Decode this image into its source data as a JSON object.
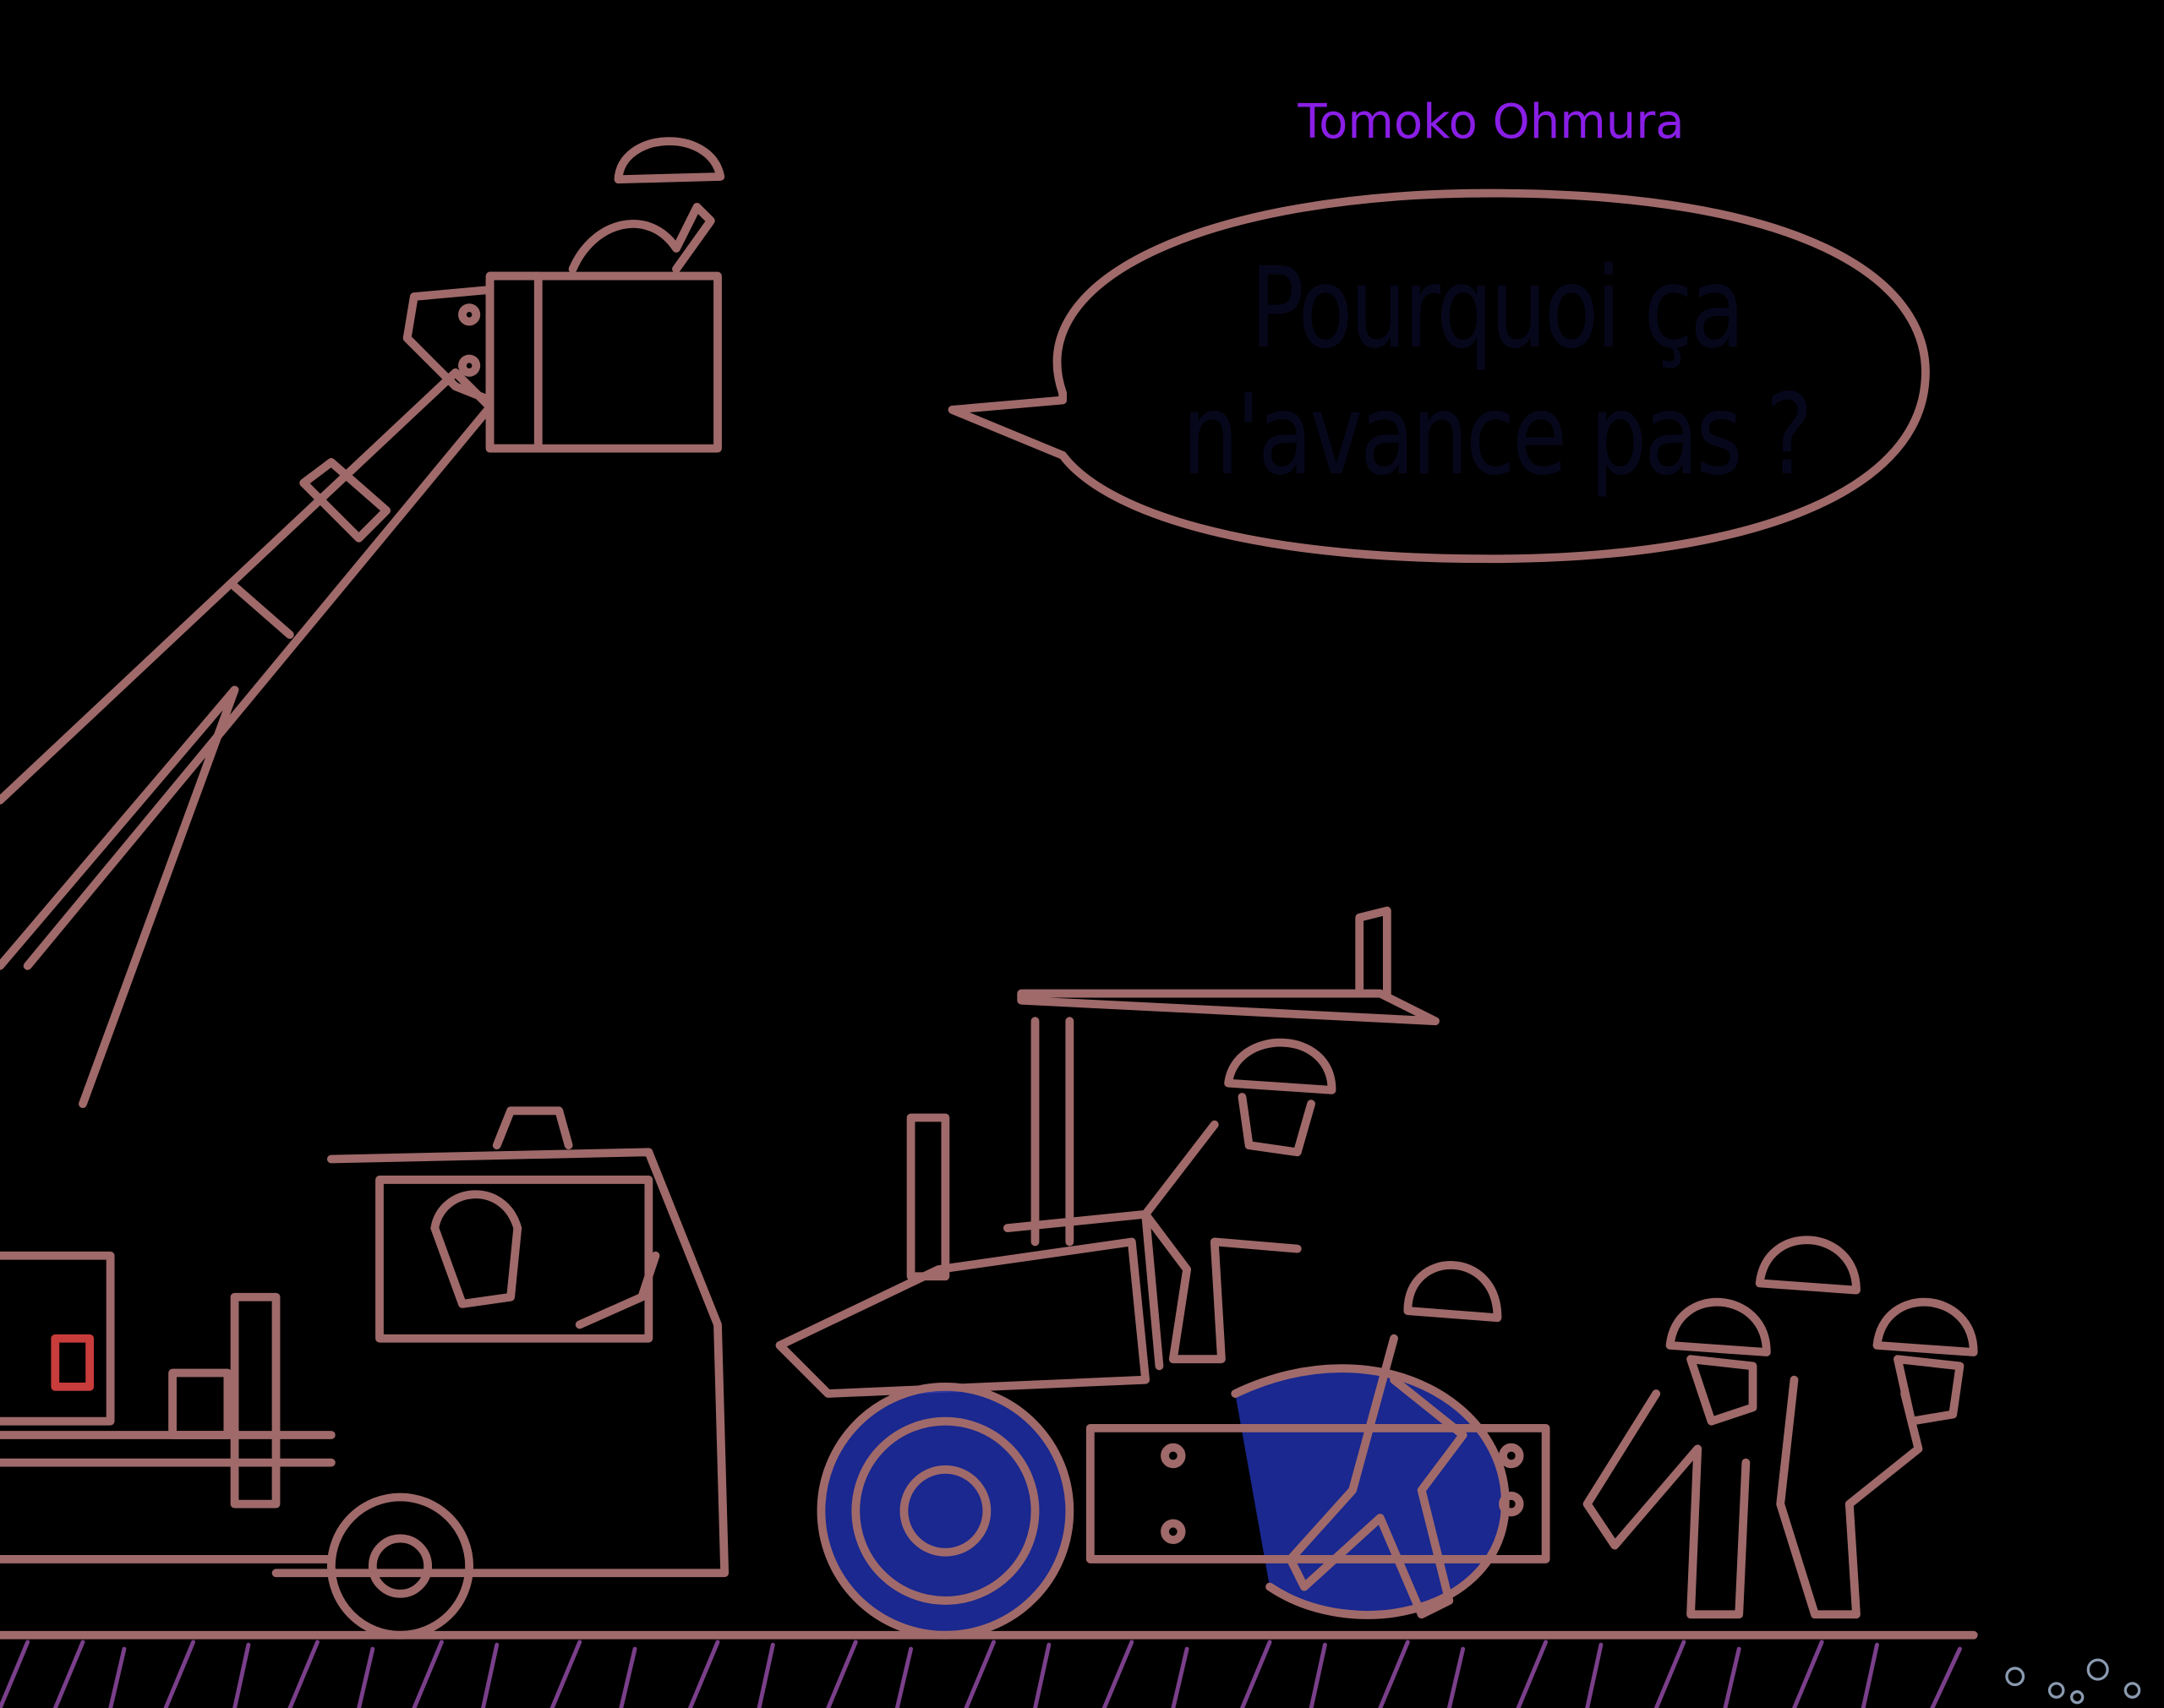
{
  "cover": {
    "author": "Tomoko Ohmura",
    "speech_line1": "Pourquoi ça",
    "speech_line2": "n'avance pas ?"
  },
  "colors": {
    "background": "#000000",
    "line": "#a06a6a",
    "author": "#8a1ee6",
    "roller_blue": "#1f2fa8",
    "grass": "#7a3f8a"
  }
}
